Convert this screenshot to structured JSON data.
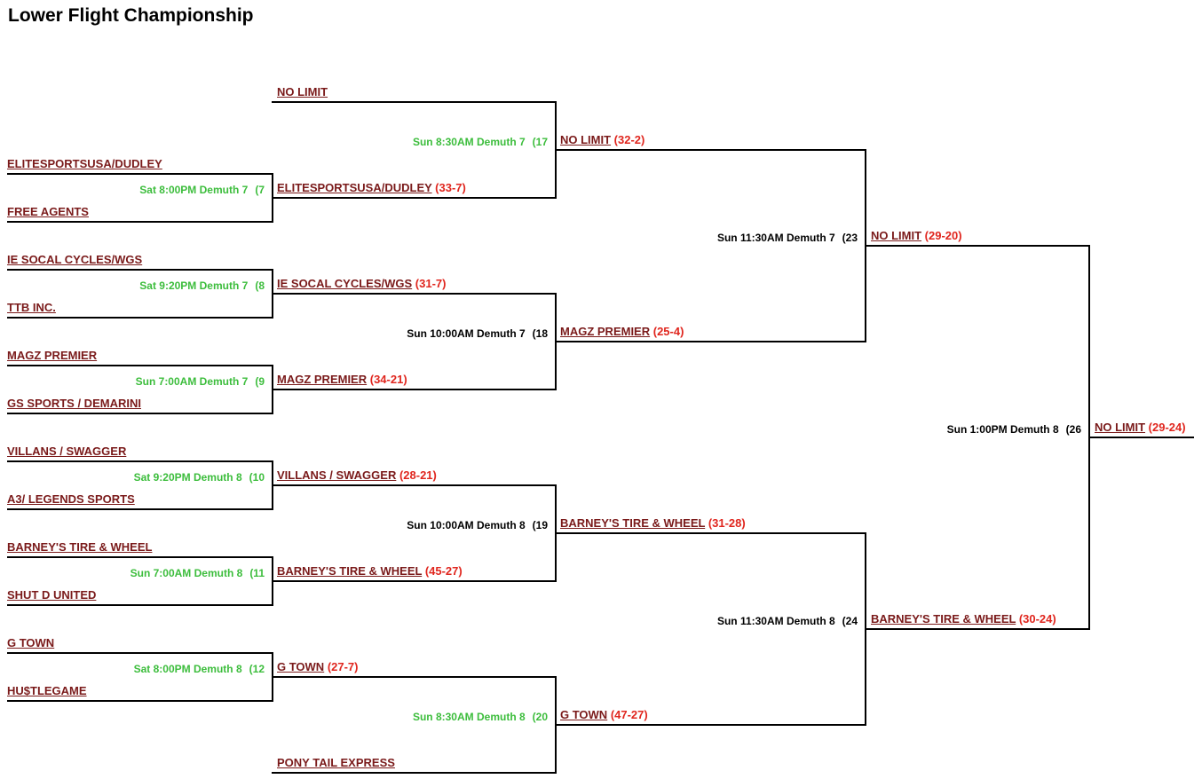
{
  "title": "Lower Flight Championship",
  "colors": {
    "team_link": "#7a1a1a",
    "score": "#e0261e",
    "game_green": "#3cbd3c",
    "game_black": "#000000",
    "lines": "#000000"
  },
  "round1": [
    {
      "top": "ELITESPORTSUSA/DUDLEY",
      "bottom": "FREE AGENTS",
      "game": "Sat 8:00PM Demuth 7",
      "num": "(7",
      "color": "green"
    },
    {
      "top": "IE SOCAL CYCLES/WGS",
      "bottom": "TTB INC.",
      "game": "Sat 9:20PM Demuth 7",
      "num": "(8",
      "color": "green"
    },
    {
      "top": "MAGZ PREMIER",
      "bottom": "GS SPORTS / DEMARINI",
      "game": "Sun 7:00AM Demuth 7",
      "num": "(9",
      "color": "green"
    },
    {
      "top": "VILLANS / SWAGGER",
      "bottom": "A3/ LEGENDS SPORTS",
      "game": "Sat 9:20PM Demuth 8",
      "num": "(10",
      "color": "green"
    },
    {
      "top": "BARNEY'S TIRE & WHEEL",
      "bottom": "SHUT D UNITED",
      "game": "Sun 7:00AM Demuth 8",
      "num": "(11",
      "color": "green"
    },
    {
      "top": "G TOWN",
      "bottom": "HU$TLEGAME",
      "game": "Sat 8:00PM Demuth 8",
      "num": "(12",
      "color": "green"
    }
  ],
  "round2": [
    {
      "name": "NO LIMIT",
      "score": ""
    },
    {
      "name": "ELITESPORTSUSA/DUDLEY",
      "score": "(33-7)"
    },
    {
      "name": "IE SOCAL CYCLES/WGS",
      "score": "(31-7)"
    },
    {
      "name": "MAGZ PREMIER",
      "score": "(34-21)"
    },
    {
      "name": "VILLANS / SWAGGER",
      "score": "(28-21)"
    },
    {
      "name": "BARNEY'S TIRE & WHEEL",
      "score": "(45-27)"
    },
    {
      "name": "G TOWN",
      "score": "(27-7)"
    },
    {
      "name": "PONY TAIL EXPRESS",
      "score": ""
    }
  ],
  "round2_games": [
    {
      "game": "Sun 8:30AM Demuth 7",
      "num": "(17",
      "color": "green"
    },
    {
      "game": "Sun 10:00AM Demuth 7",
      "num": "(18",
      "color": "black"
    },
    {
      "game": "Sun 10:00AM Demuth 8",
      "num": "(19",
      "color": "black"
    },
    {
      "game": "Sun 8:30AM Demuth 8",
      "num": "(20",
      "color": "green"
    }
  ],
  "round3": [
    {
      "name": "NO LIMIT",
      "score": "(32-2)"
    },
    {
      "name": "MAGZ PREMIER",
      "score": "(25-4)"
    },
    {
      "name": "BARNEY'S TIRE & WHEEL",
      "score": "(31-28)"
    },
    {
      "name": "G TOWN",
      "score": "(47-27)"
    }
  ],
  "round3_games": [
    {
      "game": "Sun 11:30AM Demuth 7",
      "num": "(23",
      "color": "black"
    },
    {
      "game": "Sun 11:30AM Demuth 8",
      "num": "(24",
      "color": "black"
    }
  ],
  "round4": [
    {
      "name": "NO LIMIT",
      "score": "(29-20)"
    },
    {
      "name": "BARNEY'S TIRE & WHEEL",
      "score": "(30-24)"
    }
  ],
  "final_game": {
    "game": "Sun 1:00PM Demuth 8",
    "num": "(26",
    "color": "black"
  },
  "champion": {
    "name": "NO LIMIT",
    "score": "(29-24)"
  }
}
